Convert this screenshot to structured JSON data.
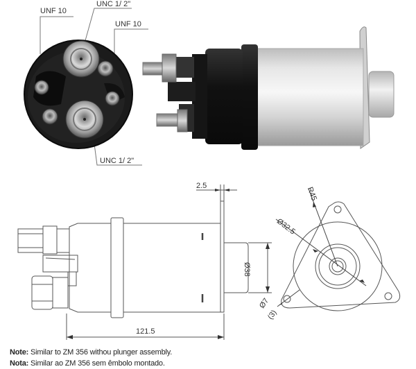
{
  "photo_end_view": {
    "callouts": [
      {
        "id": "unf10_left",
        "text": "UNF 10"
      },
      {
        "id": "unc12_top",
        "text": "UNC 1/ 2\""
      },
      {
        "id": "unf10_right",
        "text": "UNF 10"
      },
      {
        "id": "unc12_bottom",
        "text": "UNC 1/ 2\""
      }
    ]
  },
  "side_view": {
    "dimensions": {
      "flange_thickness": "2.5",
      "overall_length": "121.5",
      "plunger_diameter": "Ø38"
    }
  },
  "end_view": {
    "dimensions": {
      "radius": "R45",
      "bore_diameter": "Ø32.5",
      "hole_diameter": "Ø7",
      "hole_count": "(3)"
    }
  },
  "notes": [
    {
      "label": "Note:",
      "text": " Similar to ZM 356 withou plunger assembly."
    },
    {
      "label": "Nota:",
      "text": " Similar ao ZM 356 sem êmbolo montado."
    }
  ]
}
